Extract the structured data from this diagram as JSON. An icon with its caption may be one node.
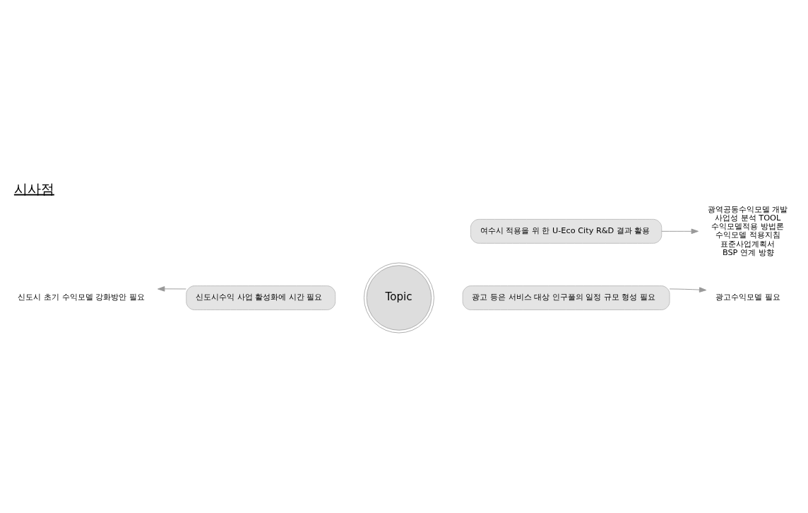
{
  "diagram": {
    "title": "시사점",
    "nodes": [
      {
        "text": [
          "신도시수익 사업 활성화에 시간 필요"
        ]
      },
      {
        "text": [
          "광고 등은 서비스 대상 인구풀의 일정 규모 형성 필요"
        ]
      },
      {
        "text": [
          "Topic"
        ]
      },
      {
        "text": [
          "여수시 적용을 위 한 U-Eco City R&D 결과 활용"
        ]
      },
      {
        "text": [
          "신도시 초기 수익모델 강화방안 필요"
        ]
      },
      {
        "text": [
          "광고수익모델 필요"
        ]
      },
      {
        "text": [
          "광역공동수익모델 개발",
          "사업성 분석 TOOL",
          "수익모델적용 방법론",
          "수익모델 적용지침",
          "표준사업계획서",
          "BSP 연계 방향"
        ]
      }
    ],
    "edges": [
      {
        "from": 0,
        "to": 4,
        "arrow": "to"
      },
      {
        "from": 1,
        "to": 5,
        "arrow": "to"
      },
      {
        "from": 3,
        "to": 6,
        "arrow": "to"
      }
    ]
  }
}
